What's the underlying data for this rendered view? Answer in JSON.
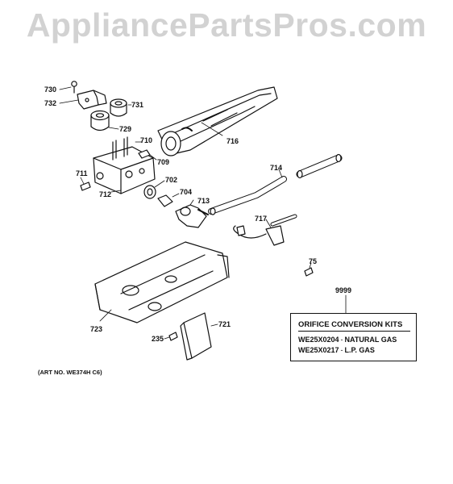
{
  "watermark": "AppliancePartsPros.com",
  "callouts": {
    "p730": "730",
    "p732": "732",
    "p731": "731",
    "p729": "729",
    "p710": "710",
    "p716": "716",
    "p709": "709",
    "p711": "711",
    "p712": "712",
    "p702": "702",
    "p704": "704",
    "p713": "713",
    "p714": "714",
    "p717": "717",
    "p75": "75",
    "p9999": "9999",
    "p723": "723",
    "p235": "235",
    "p721": "721"
  },
  "kit_box": {
    "title": "ORIFICE CONVERSION KITS",
    "rows": [
      {
        "part": "WE25X0204",
        "desc": "NATURAL GAS"
      },
      {
        "part": "WE25X0217",
        "desc": "L.P. GAS"
      }
    ]
  },
  "art_number": "(ART NO. WE374H C6)",
  "colors": {
    "ink": "#111111",
    "watermark": "#d2d2d2",
    "background": "#ffffff"
  }
}
